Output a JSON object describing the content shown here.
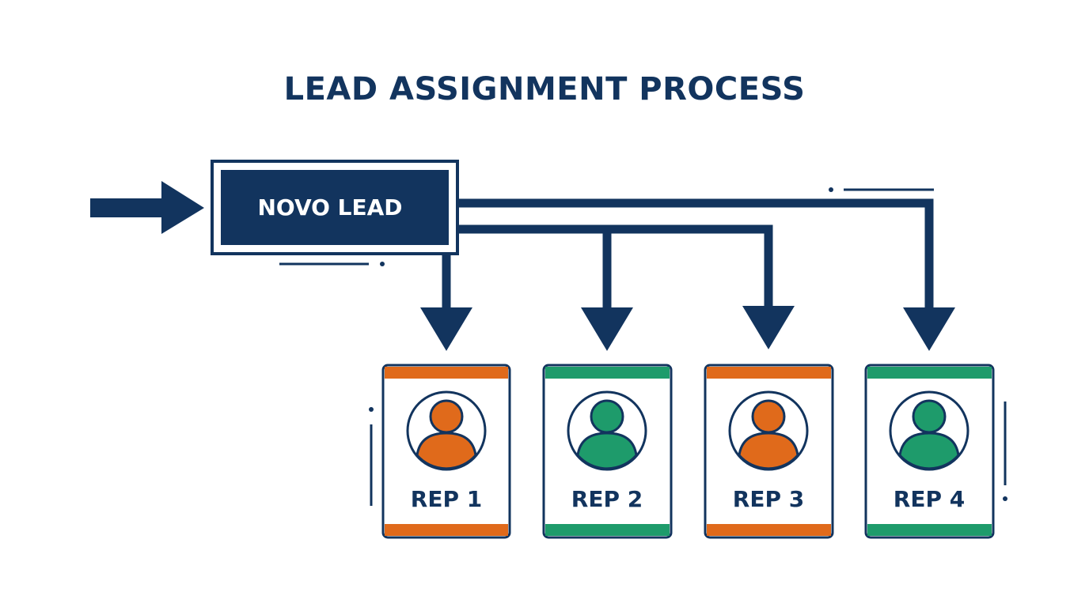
{
  "title": "LEAD ASSIGNMENT PROCESS",
  "source": {
    "label": "NOVO LEAD"
  },
  "reps": [
    {
      "label": "REP 1",
      "accent": "#E06A1B"
    },
    {
      "label": "REP 2",
      "accent": "#1E9B6B"
    },
    {
      "label": "REP 3",
      "accent": "#E06A1B"
    },
    {
      "label": "REP 4",
      "accent": "#1E9B6B"
    }
  ],
  "colors": {
    "navy": "#12345E",
    "orange": "#E06A1B",
    "green": "#1E9B6B",
    "background": "#FFFFFF"
  },
  "icons": {
    "incoming": "arrow-right-icon",
    "distribution": "arrow-down-icon",
    "rep": "user-avatar-icon"
  }
}
